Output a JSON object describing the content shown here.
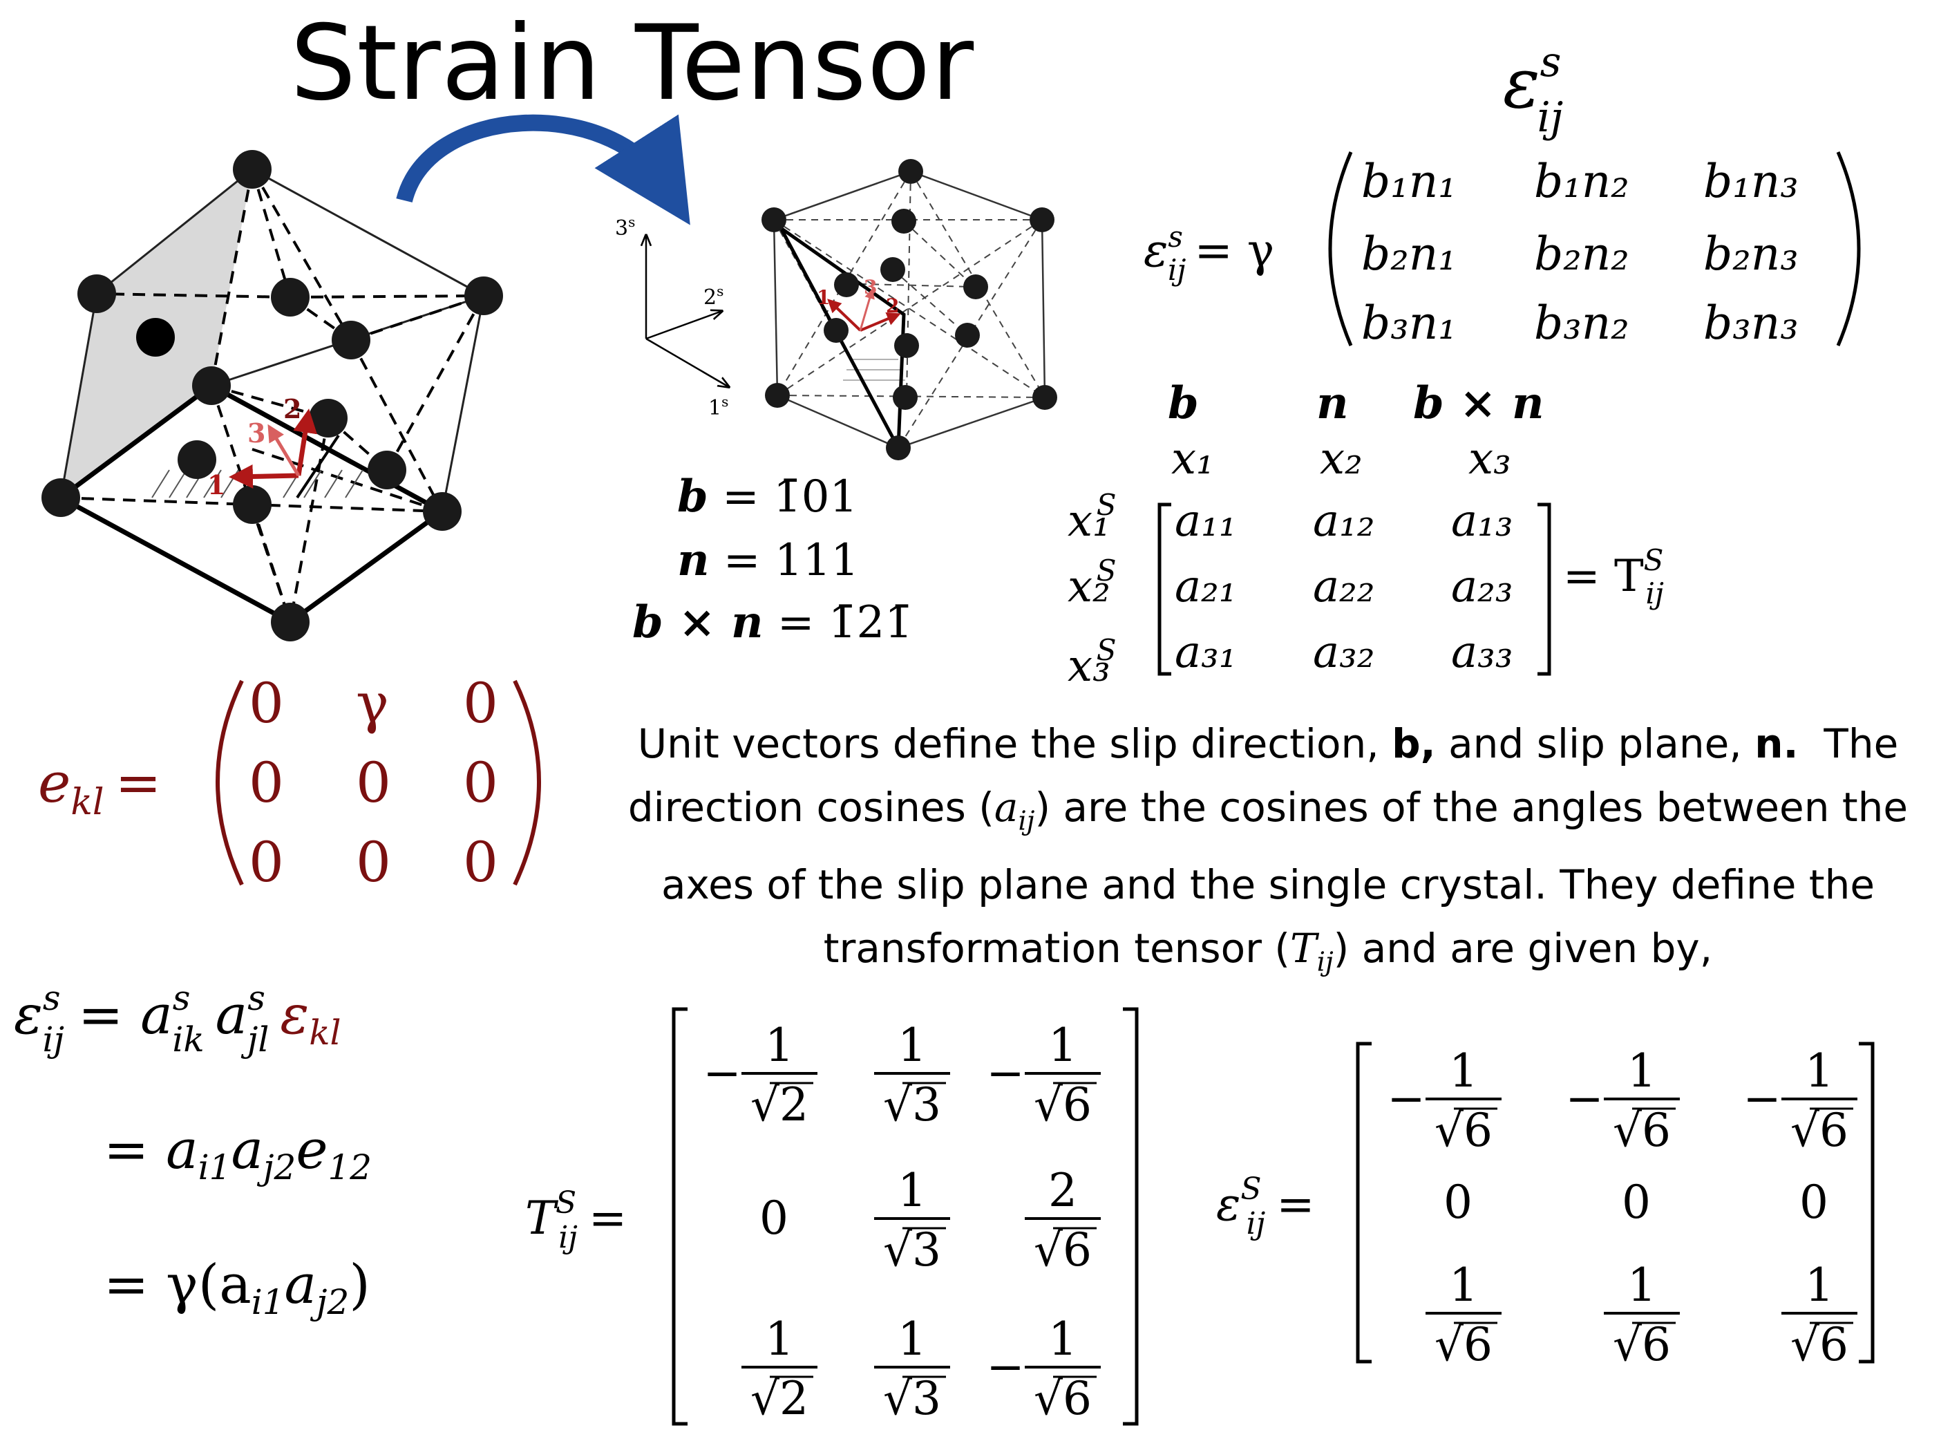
{
  "title": "Strain Tensor",
  "heading_symbol": {
    "base": "ε",
    "sup": "s",
    "sub": "ij"
  },
  "lattice_labels": {
    "one": "1",
    "two": "2",
    "three": "3"
  },
  "axes_labels": {
    "a3": "3",
    "a2": "2",
    "a1": "1",
    "sup": "s"
  },
  "vectors": {
    "b": {
      "lhs": "b",
      "value": "1̄01"
    },
    "n": {
      "lhs": "n",
      "value": "111"
    },
    "bxn": {
      "lhs": "b × n",
      "value": "1̄21̄"
    }
  },
  "strain_matrix": {
    "lhs_base": "ε",
    "lhs_sup": "s",
    "lhs_sub": "ij",
    "factor": "= γ",
    "rows": [
      [
        "b₁n₁",
        "b₁n₂",
        "b₁n₃"
      ],
      [
        "b₂n₁",
        "b₂n₂",
        "b₂n₃"
      ],
      [
        "b₃n₁",
        "b₃n₂",
        "b₃n₃"
      ]
    ]
  },
  "direction_table": {
    "col_heads": [
      "b",
      "n",
      "b × n"
    ],
    "col_axes": [
      "x₁",
      "x₂",
      "x₃"
    ],
    "row_axes": [
      "x₁",
      "x₂",
      "x₃"
    ],
    "row_sup": "S",
    "cells": [
      [
        "a₁₁",
        "a₁₂",
        "a₁₃"
      ],
      [
        "a₂₁",
        "a₂₂",
        "a₂₃"
      ],
      [
        "a₃₁",
        "a₃₂",
        "a₃₃"
      ]
    ],
    "rhs_base": "= T",
    "rhs_sup": "S",
    "rhs_sub": "ij"
  },
  "ekl_matrix": {
    "lhs": "e",
    "lhs_sub": "kl",
    "eq": "=",
    "rows": [
      [
        "0",
        "γ",
        "0"
      ],
      [
        "0",
        "0",
        "0"
      ],
      [
        "0",
        "0",
        "0"
      ]
    ],
    "color": "#7a1010"
  },
  "paragraph": {
    "l1a": "Unit vectors define the slip direction,",
    "l1b": "b,",
    "l1c": "and slip plane,",
    "l1d": "n.",
    "l1e": "The",
    "l2a": "direction cosines (",
    "l2sym": "a",
    "l2sub": "ij",
    "l2b": ") are the cosines of the angles between the",
    "l3": "axes of the slip plane and the single crystal.  They define the",
    "l4a": "transformation tensor (",
    "l4sym": "T",
    "l4sub": "ij",
    "l4b": ") and are given by,"
  },
  "derivation": {
    "line1_lhs": "ε",
    "line1_sup": "s",
    "line1_sub": "ij",
    "line1_rhs": "= a",
    "line1_t1sup": "s",
    "line1_t1sub": "ik",
    "line1_t2": "a",
    "line1_t2sup": "s",
    "line1_t2sub": "jl",
    "line1_t3": "ε",
    "line1_t3sub": "kl",
    "line2": "= a",
    "line2_sub1": "i1",
    "line2_mid": "a",
    "line2_sub2": "j2",
    "line2_e": "e",
    "line2_esub": "12",
    "line3_pre": "= γ(a",
    "line3_sub1": "i1",
    "line3_mid": "a",
    "line3_sub2": "j2",
    "line3_post": ")"
  },
  "T_matrix": {
    "lhs": "T",
    "lhs_sup": "S",
    "lhs_sub": "ij",
    "eq": "=",
    "rows": [
      [
        {
          "sign": "−",
          "num": "1",
          "den": "2"
        },
        {
          "sign": "",
          "num": "1",
          "den": "3"
        },
        {
          "sign": "−",
          "num": "1",
          "den": "6"
        }
      ],
      [
        {
          "plain": "0"
        },
        {
          "sign": "",
          "num": "1",
          "den": "3"
        },
        {
          "sign": "",
          "num": "2",
          "den": "6"
        }
      ],
      [
        {
          "sign": "",
          "num": "1",
          "den": "2"
        },
        {
          "sign": "",
          "num": "1",
          "den": "3"
        },
        {
          "sign": "−",
          "num": "1",
          "den": "6"
        }
      ]
    ],
    "sqrt": "√"
  },
  "eps_matrix": {
    "lhs": "ε",
    "lhs_sup": "S",
    "lhs_sub": "ij",
    "eq": "=",
    "rows": [
      [
        {
          "sign": "−",
          "num": "1",
          "den": "6"
        },
        {
          "sign": "−",
          "num": "1",
          "den": "6"
        },
        {
          "sign": "−",
          "num": "1",
          "den": "6"
        }
      ],
      [
        {
          "plain": "0"
        },
        {
          "plain": "0"
        },
        {
          "plain": "0"
        }
      ],
      [
        {
          "sign": "",
          "num": "1",
          "den": "6"
        },
        {
          "sign": "",
          "num": "1",
          "den": "6"
        },
        {
          "sign": "",
          "num": "1",
          "den": "6"
        }
      ]
    ],
    "sqrt": "√"
  },
  "colors": {
    "accent_red": "#7a1010",
    "arrow_blue": "#1f4fa0",
    "arrow_red": "#b01818",
    "face_gray": "#d9d9d9"
  }
}
